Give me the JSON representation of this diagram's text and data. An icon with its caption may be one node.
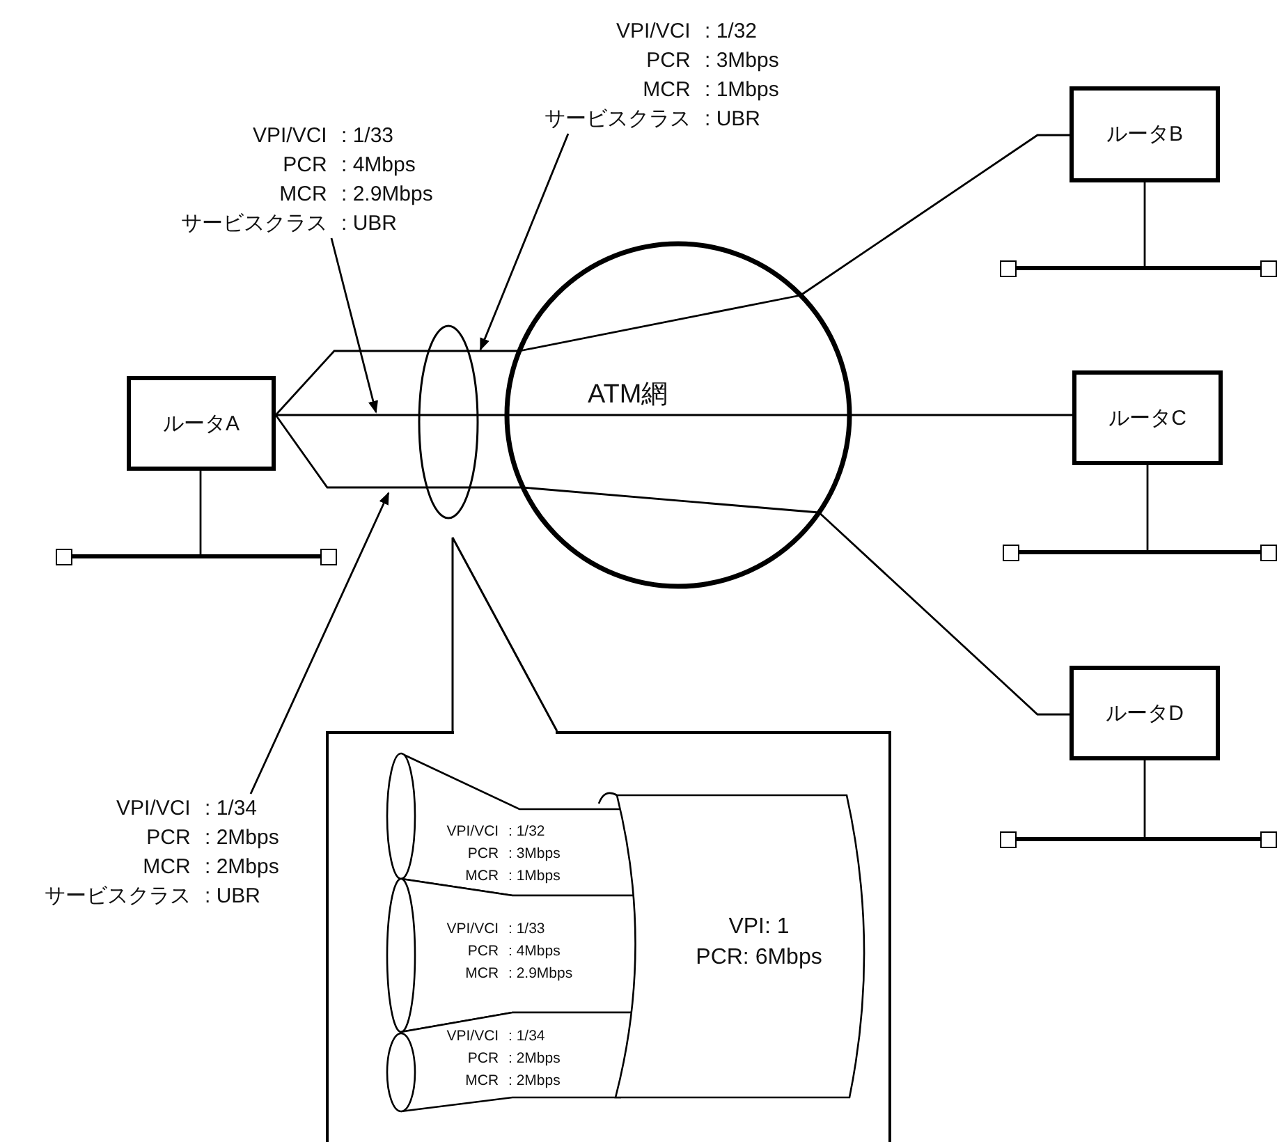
{
  "diagram": {
    "nodes": [
      {
        "text": [
          "VPI/VCI : 1/32",
          "PCR : 3Mbps",
          "MCR : 1Mbps",
          "サービスクラス : UBR"
        ]
      },
      {
        "text": [
          "VPI/VCI : 1/33",
          "PCR : 4Mbps",
          "MCR : 2.9Mbps",
          "サービスクラス : UBR"
        ]
      },
      {
        "text": [
          "ルータB"
        ]
      },
      {
        "text": [],
        "shape": "bar"
      },
      {
        "text": [
          "ルータA"
        ]
      },
      {
        "text": [
          "ATM網"
        ]
      },
      {
        "text": [
          "ルータC"
        ]
      },
      {
        "text": [],
        "shape": "bar"
      },
      {
        "text": [],
        "shape": "bar"
      },
      {
        "text": [
          "ルータD"
        ]
      },
      {
        "text": [
          "VPI/VCI : 1/34",
          "PCR : 2Mbps",
          "MCR : 2Mbps",
          "サービスクラス : UBR"
        ]
      },
      {
        "text": [],
        "shape": "bar"
      },
      {
        "text": [],
        "shape": "box"
      },
      {
        "text": [
          "VPI/VCI : 1/32",
          "PCR : 3Mbps",
          "MCR : 1Mbps"
        ],
        "in": 12
      },
      {
        "text": [
          "VPI/VCI : 1/33",
          "PCR : 4Mbps",
          "MCR : 2.9Mbps"
        ],
        "in": 12
      },
      {
        "text": [
          "VPI/VCI : 1/34",
          "PCR : 2Mbps",
          "MCR : 2Mbps"
        ],
        "in": 12
      },
      {
        "text": [
          "VPI: 1",
          "PCR: 6Mbps"
        ],
        "in": 12
      }
    ],
    "edges": [
      {
        "from": 4,
        "to": 5,
        "arrow": "none"
      },
      {
        "from": 4,
        "to": 5,
        "arrow": "none"
      },
      {
        "from": 4,
        "to": 5,
        "arrow": "none"
      },
      {
        "from": 5,
        "to": 2,
        "arrow": "none"
      },
      {
        "from": 5,
        "to": 6,
        "arrow": "none"
      },
      {
        "from": 5,
        "to": 9,
        "arrow": "none"
      },
      {
        "from": 0,
        "to": null,
        "arrow": "to"
      },
      {
        "from": 1,
        "to": null,
        "arrow": "to"
      },
      {
        "from": 10,
        "to": null,
        "arrow": "to"
      },
      {
        "from": 4,
        "to": 8,
        "arrow": "none"
      },
      {
        "from": 2,
        "to": 3,
        "arrow": "none"
      },
      {
        "from": 6,
        "to": 7,
        "arrow": "none"
      },
      {
        "from": 9,
        "to": 11,
        "arrow": "none"
      }
    ]
  }
}
